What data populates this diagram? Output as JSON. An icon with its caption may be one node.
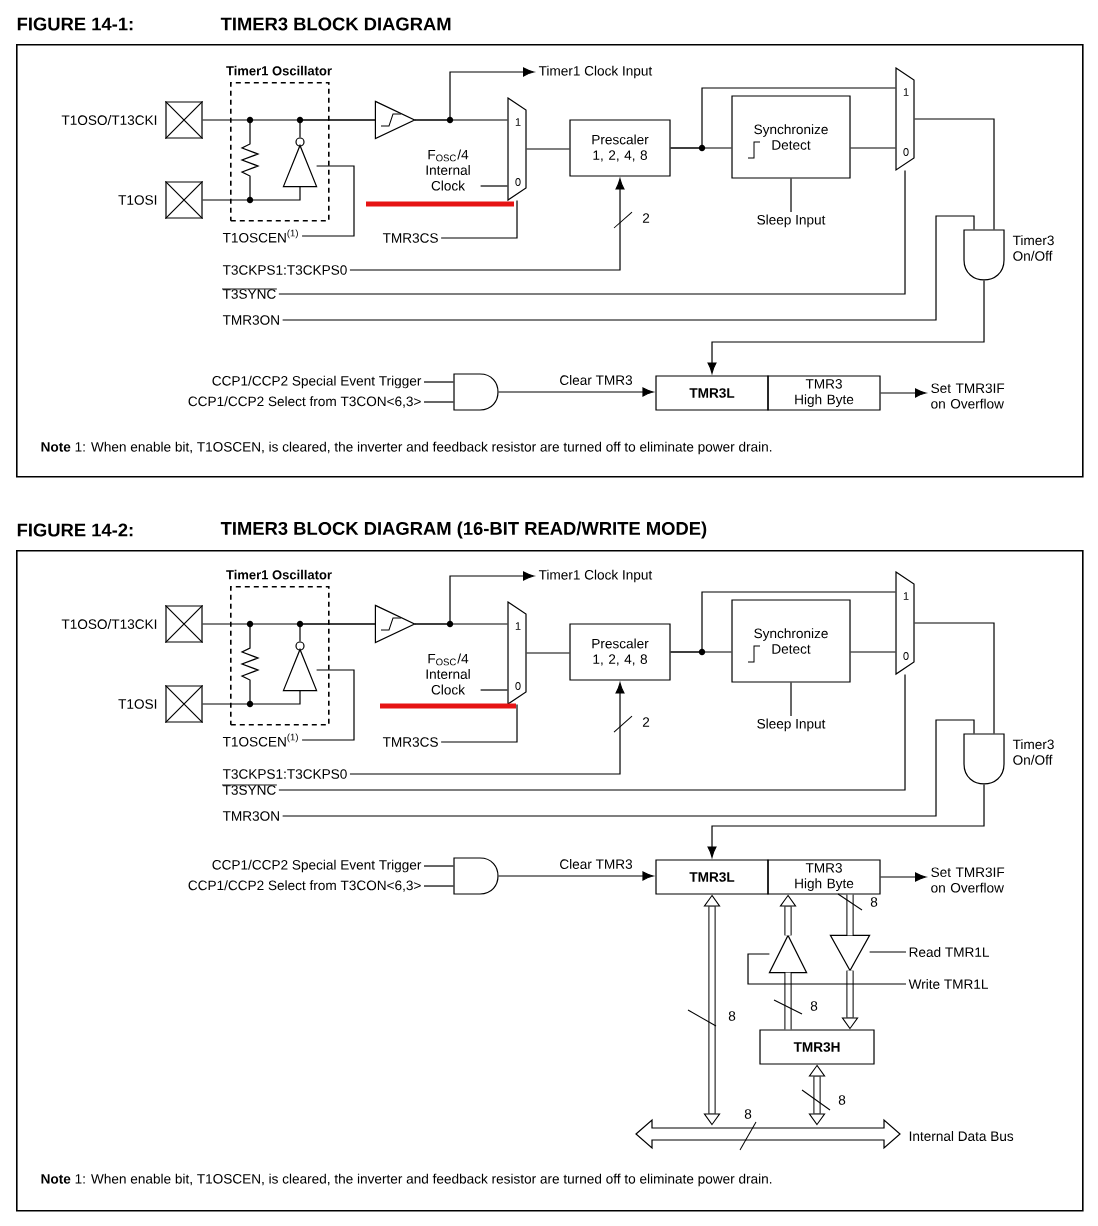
{
  "diagram": {
    "nodes": [
      {
        "text": [
          "FIGURE 14-1:",
          "TIMER3 BLOCK DIAGRAM",
          "**Note** 1: When enable bit, T1OSCEN, is cleared, the inverter and feedback resistor are turned off to eliminate power drain."
        ]
      },
      {
        "text": [],
        "shape": "box",
        "beside": [
          "T1OSO/T13CKI"
        ],
        "in": 0
      },
      {
        "text": [],
        "shape": "box",
        "beside": [
          "T1OSI"
        ],
        "in": 0
      },
      {
        "text": [
          "Timer1 Oscillator"
        ],
        "in": 0
      },
      {
        "text": [],
        "shape": "triangle",
        "in": 3
      },
      {
        "text": [],
        "shape": "triangle",
        "in": 0
      },
      {
        "text": [
          "1",
          "0"
        ],
        "in": 0
      },
      {
        "text": [
          "F$_{OSC}$/4 Internal Clock"
        ],
        "in": 0
      },
      {
        "text": [
          "Timer1 Clock Input"
        ],
        "in": 0
      },
      {
        "text": [
          "T1OSCEN$^{(1)}$"
        ],
        "in": 0
      },
      {
        "text": [
          "TMR3CS"
        ],
        "in": 0
      },
      {
        "text": [
          "T3CKPS1:T3CKPS0"
        ],
        "in": 0
      },
      {
        "text": [
          "T3SYNC"
        ],
        "in": 0
      },
      {
        "text": [
          "TMR3ON"
        ],
        "in": 0
      },
      {
        "text": [
          "Prescaler 1, 2, 4, 8"
        ],
        "in": 0
      },
      {
        "text": [
          "Synchronize Detect"
        ],
        "in": 0
      },
      {
        "text": [
          "Sleep Input"
        ],
        "in": 0
      },
      {
        "text": [
          "1",
          "0"
        ],
        "in": 0
      },
      {
        "text": [],
        "shape": "gate",
        "beside": [
          "Timer3 On/Off"
        ],
        "in": 0
      },
      {
        "text": [
          "CCP1/CCP2 Special Event Trigger"
        ],
        "in": 0
      },
      {
        "text": [
          "CCP1/CCP2 Select from T3CON<6,3>"
        ],
        "in": 0
      },
      {
        "text": [],
        "shape": "gate",
        "in": 0
      },
      {
        "text": [
          "TMR3L"
        ],
        "in": 0
      },
      {
        "text": [
          "TMR3 High Byte"
        ],
        "in": 0
      },
      {
        "text": [
          "Set TMR3IF on Overflow"
        ],
        "in": 0
      },
      {
        "text": [
          "FIGURE 14-2:",
          "TIMER3 BLOCK DIAGRAM (16-BIT READ/WRITE MODE)",
          "**Note** 1: When enable bit, T1OSCEN, is cleared, the inverter and feedback resistor are turned off to eliminate power drain."
        ]
      },
      {
        "text": [],
        "shape": "box",
        "beside": [
          "T1OSO/T13CKI"
        ],
        "in": 25
      },
      {
        "text": [],
        "shape": "box",
        "beside": [
          "T1OSI"
        ],
        "in": 25
      },
      {
        "text": [
          "Timer1 Oscillator"
        ],
        "in": 25
      },
      {
        "text": [],
        "shape": "triangle",
        "in": 28
      },
      {
        "text": [],
        "shape": "triangle",
        "in": 25
      },
      {
        "text": [
          "1",
          "0"
        ],
        "in": 25
      },
      {
        "text": [
          "F$_{OSC}$/4 Internal Clock"
        ],
        "in": 25
      },
      {
        "text": [
          "Timer1 Clock Input"
        ],
        "in": 25
      },
      {
        "text": [
          "T1OSCEN$^{(1)}$"
        ],
        "in": 25
      },
      {
        "text": [
          "TMR3CS"
        ],
        "in": 25
      },
      {
        "text": [
          "T3CKPS1:T3CKPS0"
        ],
        "in": 25
      },
      {
        "text": [
          "T3SYNC"
        ],
        "in": 25
      },
      {
        "text": [
          "TMR3ON"
        ],
        "in": 25
      },
      {
        "text": [
          "Prescaler 1, 2, 4, 8"
        ],
        "in": 25
      },
      {
        "text": [
          "Synchronize Detect"
        ],
        "in": 25
      },
      {
        "text": [
          "Sleep Input"
        ],
        "in": 25
      },
      {
        "text": [
          "1",
          "0"
        ],
        "in": 25
      },
      {
        "text": [],
        "shape": "gate",
        "beside": [
          "Timer3 On/Off"
        ],
        "in": 25
      },
      {
        "text": [
          "CCP1/CCP2 Special Event Trigger"
        ],
        "in": 25
      },
      {
        "text": [
          "CCP1/CCP2 Select from T3CON<6,3>"
        ],
        "in": 25
      },
      {
        "text": [],
        "shape": "gate",
        "in": 25
      },
      {
        "text": [
          "TMR3L"
        ],
        "in": 25
      },
      {
        "text": [
          "TMR3 High Byte"
        ],
        "in": 25
      },
      {
        "text": [
          "Set TMR3IF on Overflow"
        ],
        "in": 25
      },
      {
        "text": [
          "TMR3H"
        ],
        "in": 25
      },
      {
        "text": [],
        "shape": "triangle",
        "in": 25
      },
      {
        "text": [],
        "shape": "triangle",
        "in": 25
      },
      {
        "text": [
          "Read TMR1L"
        ],
        "in": 25
      },
      {
        "text": [
          "Write TMR1L"
        ],
        "in": 25
      },
      {
        "text": [],
        "shape": "bar",
        "beside": [
          "Internal Data Bus",
          "8"
        ],
        "in": 25
      }
    ],
    "edges": [
      {
        "from": 1,
        "to": 5,
        "arrow": "none"
      },
      {
        "from": 4,
        "to": 5,
        "arrow": "none"
      },
      {
        "from": 2,
        "to": 4,
        "arrow": "none"
      },
      {
        "from": 9,
        "to": 4,
        "arrow": "none"
      },
      {
        "from": 5,
        "to": 6,
        "arrow": "none"
      },
      {
        "from": 5,
        "to": 8,
        "arrow": "to"
      },
      {
        "from": 7,
        "to": 6,
        "arrow": "none"
      },
      {
        "from": 10,
        "to": 6,
        "arrow": "none"
      },
      {
        "from": 6,
        "to": 14,
        "arrow": "none"
      },
      {
        "from": 11,
        "to": 14,
        "arrow": "to",
        "label": "2"
      },
      {
        "from": 14,
        "to": 17,
        "arrow": "none"
      },
      {
        "from": 14,
        "to": 15,
        "arrow": "none"
      },
      {
        "from": 15,
        "to": 17,
        "arrow": "none"
      },
      {
        "from": 16,
        "to": 15,
        "arrow": "none"
      },
      {
        "from": 12,
        "to": 17,
        "arrow": "none"
      },
      {
        "from": 17,
        "to": 18,
        "arrow": "none"
      },
      {
        "from": 13,
        "to": 18,
        "arrow": "none"
      },
      {
        "from": 18,
        "to": 22,
        "arrow": "to"
      },
      {
        "from": 19,
        "to": 21,
        "arrow": "none"
      },
      {
        "from": 20,
        "to": 21,
        "arrow": "none"
      },
      {
        "from": 21,
        "to": 22,
        "arrow": "to",
        "label": "Clear TMR3"
      },
      {
        "from": 23,
        "to": 24,
        "arrow": "to"
      },
      {
        "from": 26,
        "to": 30,
        "arrow": "none"
      },
      {
        "from": 29,
        "to": 30,
        "arrow": "none"
      },
      {
        "from": 27,
        "to": 29,
        "arrow": "none"
      },
      {
        "from": 34,
        "to": 29,
        "arrow": "none"
      },
      {
        "from": 30,
        "to": 31,
        "arrow": "none"
      },
      {
        "from": 30,
        "to": 33,
        "arrow": "to"
      },
      {
        "from": 32,
        "to": 31,
        "arrow": "none"
      },
      {
        "from": 35,
        "to": 31,
        "arrow": "none"
      },
      {
        "from": 31,
        "to": 39,
        "arrow": "none"
      },
      {
        "from": 36,
        "to": 39,
        "arrow": "to",
        "label": "2"
      },
      {
        "from": 39,
        "to": 42,
        "arrow": "none"
      },
      {
        "from": 39,
        "to": 40,
        "arrow": "none"
      },
      {
        "from": 40,
        "to": 42,
        "arrow": "none"
      },
      {
        "from": 41,
        "to": 40,
        "arrow": "none"
      },
      {
        "from": 37,
        "to": 42,
        "arrow": "none"
      },
      {
        "from": 42,
        "to": 43,
        "arrow": "none"
      },
      {
        "from": 38,
        "to": 43,
        "arrow": "none"
      },
      {
        "from": 43,
        "to": 47,
        "arrow": "to"
      },
      {
        "from": 44,
        "to": 46,
        "arrow": "none"
      },
      {
        "from": 45,
        "to": 46,
        "arrow": "none"
      },
      {
        "from": 46,
        "to": 47,
        "arrow": "to",
        "label": "Clear TMR3"
      },
      {
        "from": 48,
        "to": 49,
        "arrow": "to"
      },
      {
        "from": 47,
        "to": 55,
        "arrow": "both",
        "style": "thick",
        "label": "8"
      },
      {
        "from": 48,
        "to": 51,
        "arrow": "none",
        "style": "thick",
        "label": "8"
      },
      {
        "from": 51,
        "to": 50,
        "arrow": "to",
        "style": "thick"
      },
      {
        "from": 50,
        "to": 52,
        "arrow": "none",
        "style": "thick",
        "label": "8"
      },
      {
        "from": 52,
        "to": 48,
        "arrow": "to",
        "style": "thick"
      },
      {
        "from": 50,
        "to": 55,
        "arrow": "both",
        "style": "thick",
        "label": "8"
      },
      {
        "from": 53,
        "to": 51,
        "arrow": "none"
      },
      {
        "from": 54,
        "to": 52,
        "arrow": "none"
      }
    ]
  }
}
